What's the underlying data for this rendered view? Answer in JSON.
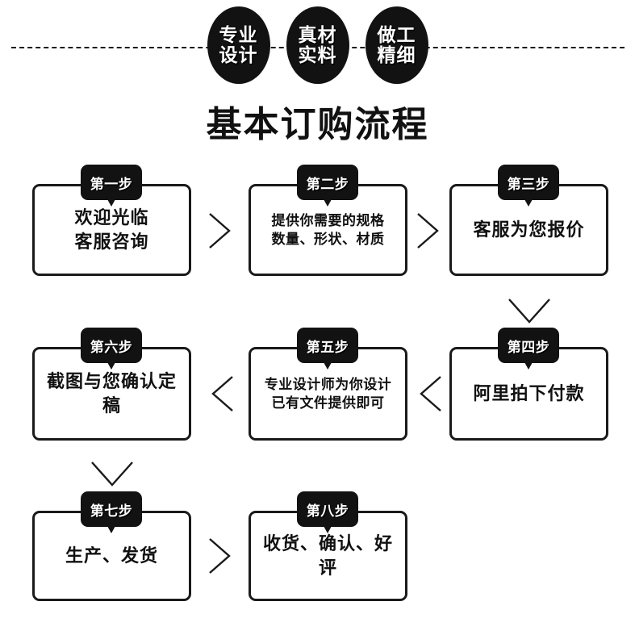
{
  "banner": {
    "divider": "dashed-line",
    "pills": [
      {
        "name": "pill-professional-design",
        "lines": [
          "专业",
          "设计"
        ]
      },
      {
        "name": "pill-genuine-material",
        "lines": [
          "真材",
          "实料"
        ]
      },
      {
        "name": "pill-fine-workmanship",
        "lines": [
          "做工",
          "精细"
        ]
      }
    ]
  },
  "heading": {
    "title": "基本订购流程"
  },
  "colors": {
    "ink": "#121212",
    "paper": "#ffffff",
    "border": "#1a1a1a"
  },
  "flow": {
    "steps": [
      {
        "badge": "第一步",
        "text": "欢迎光临\n客服咨询",
        "size": "lg"
      },
      {
        "badge": "第二步",
        "text": "提供你需要的规格\n数量、形状、材质",
        "size": "md"
      },
      {
        "badge": "第三步",
        "text": "客服为您报价",
        "size": "lg"
      },
      {
        "badge": "第四步",
        "text": "阿里拍下付款",
        "size": "lg"
      },
      {
        "badge": "第五步",
        "text": "专业设计师为你设计\n已有文件提供即可",
        "size": "md"
      },
      {
        "badge": "第六步",
        "text": "截图与您确认定稿",
        "size": "lg"
      },
      {
        "badge": "第七步",
        "text": "生产、发货",
        "size": "lg"
      },
      {
        "badge": "第八步",
        "text": "收货、确认、好评",
        "size": "lg"
      }
    ],
    "connectors": [
      {
        "name": "connector-step1-step2",
        "direction": "right"
      },
      {
        "name": "connector-step2-step3",
        "direction": "right"
      },
      {
        "name": "connector-step3-step4",
        "direction": "down"
      },
      {
        "name": "connector-step4-step5",
        "direction": "left"
      },
      {
        "name": "connector-step5-step6",
        "direction": "left"
      },
      {
        "name": "connector-step6-step7",
        "direction": "down"
      },
      {
        "name": "connector-step7-step8",
        "direction": "right"
      }
    ]
  }
}
